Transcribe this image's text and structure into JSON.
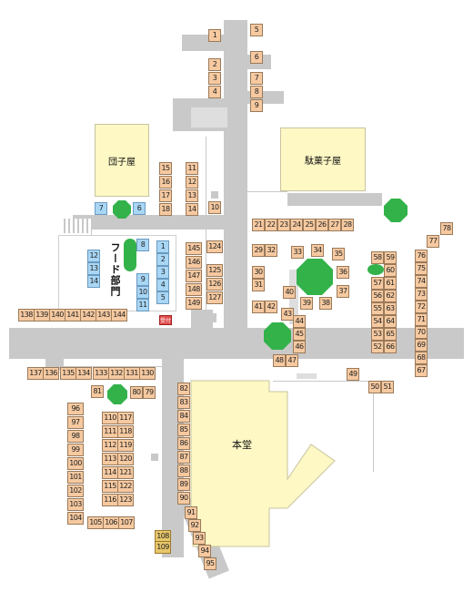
{
  "buildings": {
    "dangoya": "団子屋",
    "dagashiya": "駄菓子屋",
    "hondo": "本堂"
  },
  "food_section_label": "フード部門",
  "reception_label": "受付",
  "colors": {
    "road": "#c9c9c9",
    "stall_default": "#f6c9a0",
    "stall_food": "#a8d6f5",
    "stall_special": "#e8c66a",
    "building": "#fdf8c4",
    "tree": "#33b24a",
    "reception": "#e04848"
  },
  "stalls": {
    "s1": "1",
    "s2": "2",
    "s3": "3",
    "s4": "4",
    "s5": "5",
    "s6": "6",
    "s7": "7",
    "s8": "8",
    "s9": "9",
    "s10": "10",
    "s11": "11",
    "s12": "12",
    "s13": "13",
    "s14": "14",
    "s15": "15",
    "s16": "16",
    "s17": "17",
    "s18": "18",
    "s21": "21",
    "s22": "22",
    "s23": "23",
    "s24": "24",
    "s25": "25",
    "s26": "26",
    "s27": "27",
    "s28": "28",
    "s29": "29",
    "s30": "30",
    "s31": "31",
    "s32": "32",
    "s33": "33",
    "s34": "34",
    "s35": "35",
    "s36": "36",
    "s37": "37",
    "s38": "38",
    "s39": "39",
    "s40": "40",
    "s41": "41",
    "s42": "42",
    "s43": "43",
    "s44": "44",
    "s45": "45",
    "s46": "46",
    "s47": "47",
    "s48": "48",
    "s49": "49",
    "s50": "50",
    "s51": "51",
    "s52": "52",
    "s53": "53",
    "s54": "54",
    "s55": "55",
    "s56": "56",
    "s57": "57",
    "s58": "58",
    "s59": "59",
    "s60": "60",
    "s61": "61",
    "s62": "62",
    "s63": "63",
    "s64": "64",
    "s65": "65",
    "s66": "66",
    "s67": "67",
    "s68": "68",
    "s69": "69",
    "s70": "70",
    "s71": "71",
    "s72": "72",
    "s73": "73",
    "s74": "74",
    "s75": "75",
    "s76": "76",
    "s77": "77",
    "s78": "78",
    "s79": "79",
    "s80": "80",
    "s81": "81",
    "s82": "82",
    "s83": "83",
    "s84": "84",
    "s85": "85",
    "s86": "86",
    "s87": "87",
    "s88": "88",
    "s89": "89",
    "s90": "90",
    "s91": "91",
    "s92": "92",
    "s93": "93",
    "s94": "94",
    "s95": "95",
    "s96": "96",
    "s97": "97",
    "s98": "98",
    "s99": "99",
    "s100": "100",
    "s101": "101",
    "s102": "102",
    "s103": "103",
    "s104": "104",
    "s105": "105",
    "s106": "106",
    "s107": "107",
    "s108": "108",
    "s109": "109",
    "s110": "110",
    "s111": "111",
    "s112": "112",
    "s113": "113",
    "s114": "114",
    "s115": "115",
    "s116": "116",
    "s117": "117",
    "s118": "118",
    "s119": "119",
    "s120": "120",
    "s121": "121",
    "s122": "122",
    "s123": "123",
    "s124": "124",
    "s125": "125",
    "s126": "126",
    "s127": "127",
    "s131": "131",
    "s132": "132",
    "s133": "133",
    "s134": "134",
    "s135": "135",
    "s136": "136",
    "s137": "137",
    "s138": "138",
    "s139": "139",
    "s140": "140",
    "s141": "141",
    "s142": "142",
    "s143": "143",
    "s144": "144",
    "s145": "145",
    "s146": "146",
    "s147": "147",
    "s148": "148",
    "s149": "149",
    "s130": "130"
  }
}
